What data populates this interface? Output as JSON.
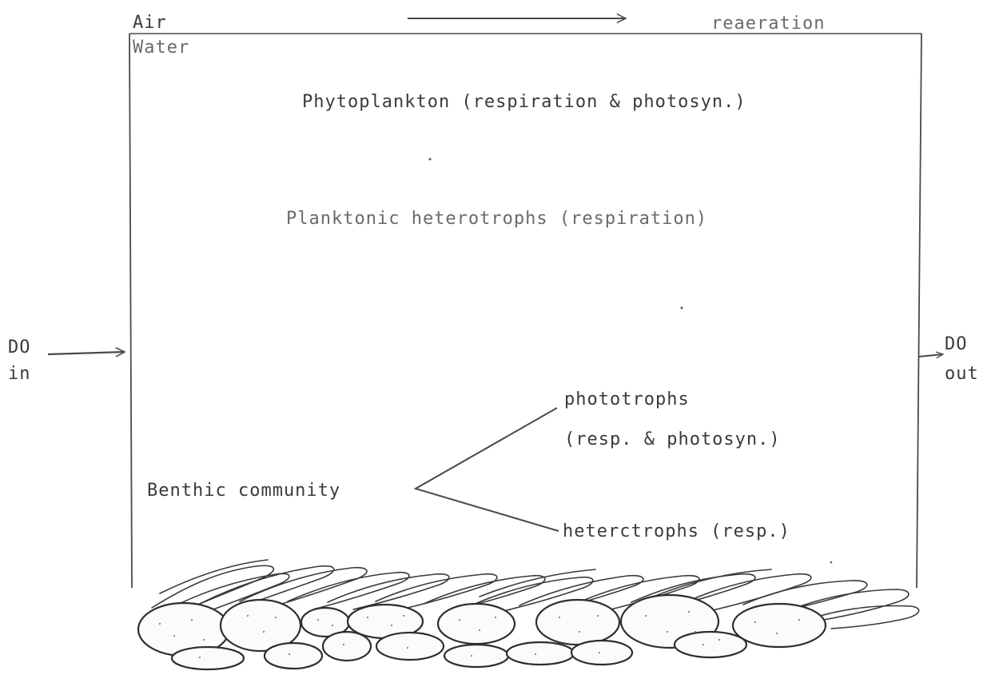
{
  "labels": {
    "air": "Air",
    "water": "Water",
    "reaeration": "reaeration",
    "phytoplankton": "Phytoplankton (respiration & photosyn.)",
    "planktonic": "Planktonic heterotrophs (respiration)",
    "do_in_line1": "DO",
    "do_in_line2": "in",
    "do_out_line1": "DO",
    "do_out_line2": "out",
    "phototrophs": "phototrophs",
    "phototrophs_detail": "(resp. & photosyn.)",
    "benthic": "Benthic community",
    "heterotrophs": "heterctrophs (resp.)"
  }
}
